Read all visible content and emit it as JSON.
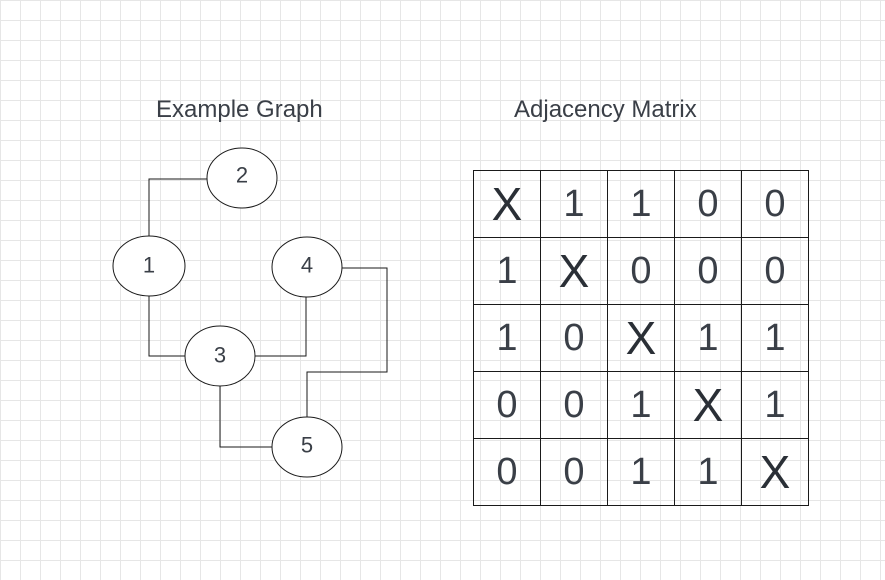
{
  "graph": {
    "title": "Example Graph",
    "nodes": [
      "1",
      "2",
      "3",
      "4",
      "5"
    ],
    "edges": [
      [
        "1",
        "2"
      ],
      [
        "1",
        "3"
      ],
      [
        "3",
        "4"
      ],
      [
        "3",
        "5"
      ],
      [
        "4",
        "5"
      ]
    ]
  },
  "matrix": {
    "title": "Adjacency Matrix",
    "rows": [
      [
        "X",
        "1",
        "1",
        "0",
        "0"
      ],
      [
        "1",
        "X",
        "0",
        "0",
        "0"
      ],
      [
        "1",
        "0",
        "X",
        "1",
        "1"
      ],
      [
        "0",
        "0",
        "1",
        "X",
        "1"
      ],
      [
        "0",
        "0",
        "1",
        "1",
        "X"
      ]
    ]
  }
}
